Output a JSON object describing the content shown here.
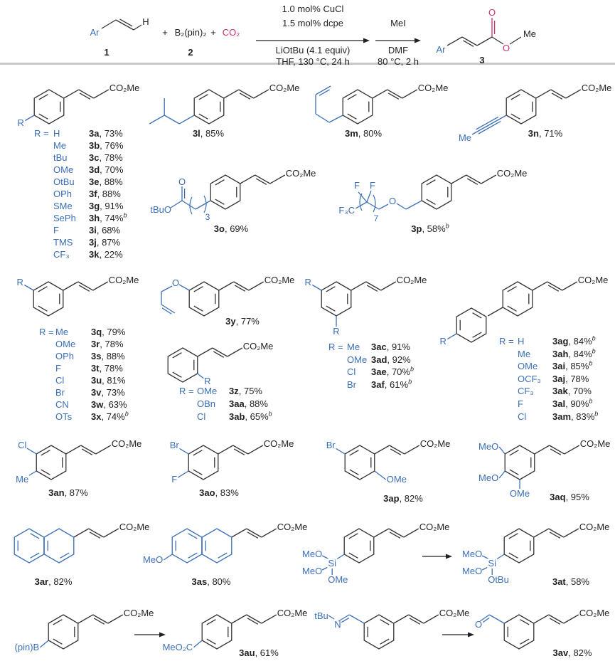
{
  "scheme": {
    "ar": "Ar",
    "h": "H",
    "num1": "1",
    "plus": "+",
    "b2pin2": "B₂(pin)₂",
    "num2": "2",
    "co2": "CO₂",
    "cond1_above": [
      "1.0 mol% CuCl",
      "1.5 mol% dcpe"
    ],
    "cond1_below": [
      "LiOtBu (4.1 equiv)",
      "THF, 130 °C, 24 h"
    ],
    "cond2_above": "MeI",
    "cond2_below": [
      "DMF",
      "80 °C, 2 h"
    ],
    "product_ar": "Ar",
    "product_o": "O",
    "product_me": "Me",
    "num3": "3"
  },
  "labels": {
    "ester": "CO₂Me",
    "r": "R",
    "r_eq": "R =",
    "tbuo": "tBuO",
    "o": "O",
    "n3": "3",
    "f": "F",
    "f3c": "F₃C",
    "n7": "7",
    "me": "Me",
    "cl": "Cl",
    "br": "Br",
    "meo": "MeO",
    "ome": "OMe",
    "si": "Si",
    "otbu": "OtBu",
    "pinb": "(pin)B",
    "meo2c": "MeO₂C",
    "tbu": "tBu",
    "n": "N"
  },
  "tables": {
    "para": [
      {
        "r": "H",
        "id": "3a",
        "yield": "73%"
      },
      {
        "r": "Me",
        "id": "3b",
        "yield": "76%"
      },
      {
        "r": "tBu",
        "id": "3c",
        "yield": "78%"
      },
      {
        "r": "OMe",
        "id": "3d",
        "yield": "70%"
      },
      {
        "r": "OtBu",
        "id": "3e",
        "yield": "88%"
      },
      {
        "r": "OPh",
        "id": "3f",
        "yield": "88%"
      },
      {
        "r": "SMe",
        "id": "3g",
        "yield": "91%"
      },
      {
        "r": "SePh",
        "id": "3h",
        "yield": "74%",
        "note": "b"
      },
      {
        "r": "F",
        "id": "3i",
        "yield": "68%"
      },
      {
        "r": "TMS",
        "id": "3j",
        "yield": "87%"
      },
      {
        "r": "CF₃",
        "id": "3k",
        "yield": "22%"
      }
    ],
    "meta": [
      {
        "r": "Me",
        "id": "3q",
        "yield": "79%"
      },
      {
        "r": "OMe",
        "id": "3r",
        "yield": "78%"
      },
      {
        "r": "OPh",
        "id": "3s",
        "yield": "88%"
      },
      {
        "r": "F",
        "id": "3t",
        "yield": "78%"
      },
      {
        "r": "Cl",
        "id": "3u",
        "yield": "81%"
      },
      {
        "r": "Br",
        "id": "3v",
        "yield": "73%"
      },
      {
        "r": "CN",
        "id": "3w",
        "yield": "63%"
      },
      {
        "r": "OTs",
        "id": "3x",
        "yield": "74%",
        "note": "b"
      }
    ],
    "ortho": [
      {
        "r": "OMe",
        "id": "3z",
        "yield": "75%"
      },
      {
        "r": "OBn",
        "id": "3aa",
        "yield": "88%"
      },
      {
        "r": "Cl",
        "id": "3ab",
        "yield": "65%",
        "note": "b"
      }
    ],
    "dimeta": [
      {
        "r": "Me",
        "id": "3ac",
        "yield": "91%"
      },
      {
        "r": "OMe",
        "id": "3ad",
        "yield": "92%"
      },
      {
        "r": "Cl",
        "id": "3ae",
        "yield": "70%",
        "note": "b"
      },
      {
        "r": "Br",
        "id": "3af",
        "yield": "61%",
        "note": "b"
      }
    ],
    "biphenyl": [
      {
        "r": "H",
        "id": "3ag",
        "yield": "84%",
        "note": "b"
      },
      {
        "r": "Me",
        "id": "3ah",
        "yield": "84%",
        "note": "b"
      },
      {
        "r": "OMe",
        "id": "3ai",
        "yield": "85%",
        "note": "b"
      },
      {
        "r": "OCF₃",
        "id": "3aj",
        "yield": "78%"
      },
      {
        "r": "CF₃",
        "id": "3ak",
        "yield": "70%"
      },
      {
        "r": "F",
        "id": "3al",
        "yield": "90%",
        "note": "b"
      },
      {
        "r": "Cl",
        "id": "3am",
        "yield": "83%",
        "note": "b"
      }
    ]
  },
  "compounds": {
    "3l": {
      "id": "3l",
      "yield": "85%"
    },
    "3m": {
      "id": "3m",
      "yield": "80%"
    },
    "3n": {
      "id": "3n",
      "yield": "71%"
    },
    "3o": {
      "id": "3o",
      "yield": "69%"
    },
    "3p": {
      "id": "3p",
      "yield": "58%",
      "note": "b"
    },
    "3y": {
      "id": "3y",
      "yield": "77%"
    },
    "3an": {
      "id": "3an",
      "yield": "87%"
    },
    "3ao": {
      "id": "3ao",
      "yield": "83%"
    },
    "3ap": {
      "id": "3ap",
      "yield": "82%"
    },
    "3aq": {
      "id": "3aq",
      "yield": "95%"
    },
    "3ar": {
      "id": "3ar",
      "yield": "82%"
    },
    "3as": {
      "id": "3as",
      "yield": "80%"
    },
    "3at": {
      "id": "3at",
      "yield": "58%"
    },
    "3au": {
      "id": "3au",
      "yield": "61%"
    },
    "3av": {
      "id": "3av",
      "yield": "82%"
    }
  },
  "colors": {
    "variable": "#3b6fb6",
    "co2": "#c8326e",
    "bond": "#333333",
    "text": "#222222",
    "divider": "#c8c8c8"
  }
}
